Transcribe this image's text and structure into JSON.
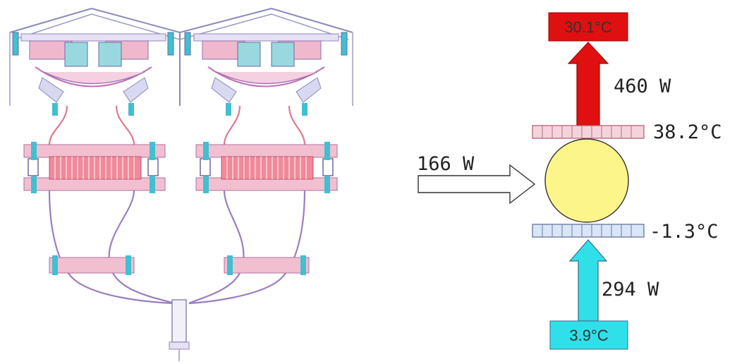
{
  "diagram": {
    "heat_flow": {
      "top_box_temp": "30.1°C",
      "top_power": "460 W",
      "hot_plate_temp": "38.2°C",
      "side_power": "166 W",
      "cold_plate_temp": "-1.3°C",
      "bottom_power": "294 W",
      "bottom_box_temp": "3.9°C"
    },
    "colors": {
      "hot": "#e01010",
      "cold": "#30e0e8",
      "sphere": "#fbf58a",
      "hot_plate": "#f4d4dc",
      "cold_plate": "#d8e6f6"
    },
    "icons": {
      "left_panel": "cooler-schematic-icon"
    }
  }
}
